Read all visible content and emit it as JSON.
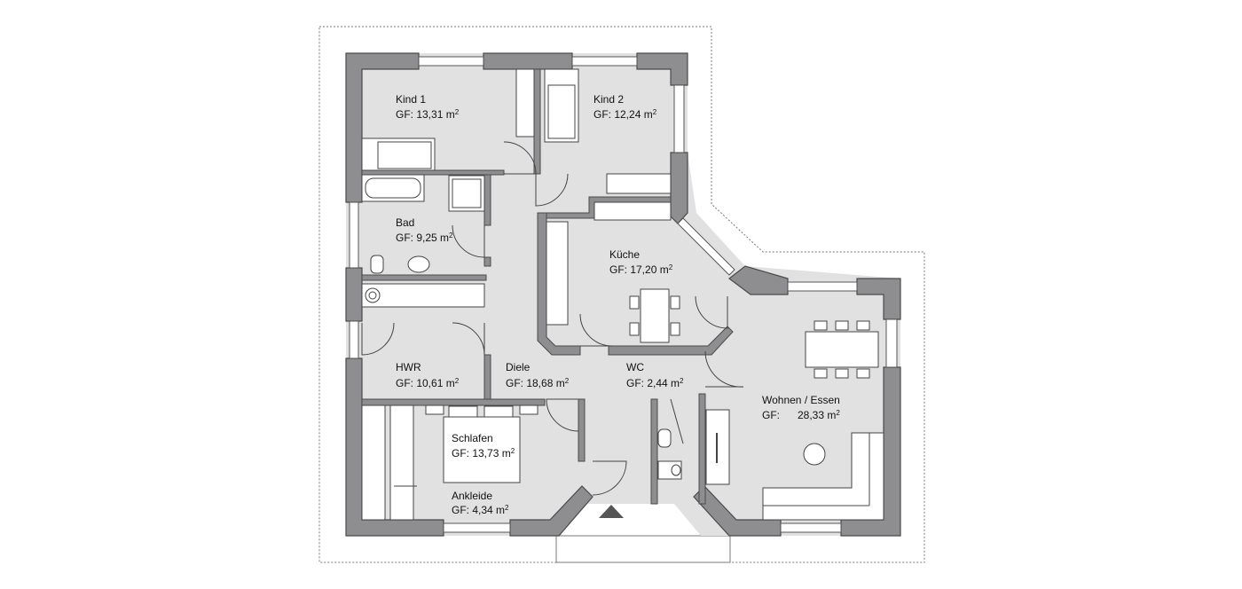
{
  "colors": {
    "floor": "#e1e1e1",
    "wall": "#8e8e91",
    "wall_edge": "#4a4a4a",
    "line": "#333333",
    "outline": "#7a7a7a",
    "white": "#ffffff"
  },
  "rooms": {
    "kind1": {
      "name": "Kind 1",
      "area": "GF: 13,31 m",
      "sup": "2"
    },
    "kind2": {
      "name": "Kind 2",
      "area": "GF: 12,24 m",
      "sup": "2"
    },
    "bad": {
      "name": "Bad",
      "area": "GF: 9,25 m",
      "sup": "2"
    },
    "kueche": {
      "name": "Küche",
      "area": "GF: 17,20 m",
      "sup": "2"
    },
    "hwr": {
      "name": "HWR",
      "area": "GF: 10,61 m",
      "sup": "2"
    },
    "diele": {
      "name": "Diele",
      "area": "GF: 18,68 m",
      "sup": "2"
    },
    "wc": {
      "name": "WC",
      "area": "GF: 2,44 m",
      "sup": "2"
    },
    "wohnen": {
      "name": "Wohnen / Essen",
      "area_prefix": "GF:",
      "area": "28,33 m",
      "sup": "2"
    },
    "schlafen": {
      "name": "Schlafen",
      "area": "GF: 13,73 m",
      "sup": "2"
    },
    "ankleide": {
      "name": "Ankleide",
      "area": "GF: 4,34 m",
      "sup": "2"
    }
  },
  "symbols": {
    "entrance": "entrance-arrow-icon"
  }
}
